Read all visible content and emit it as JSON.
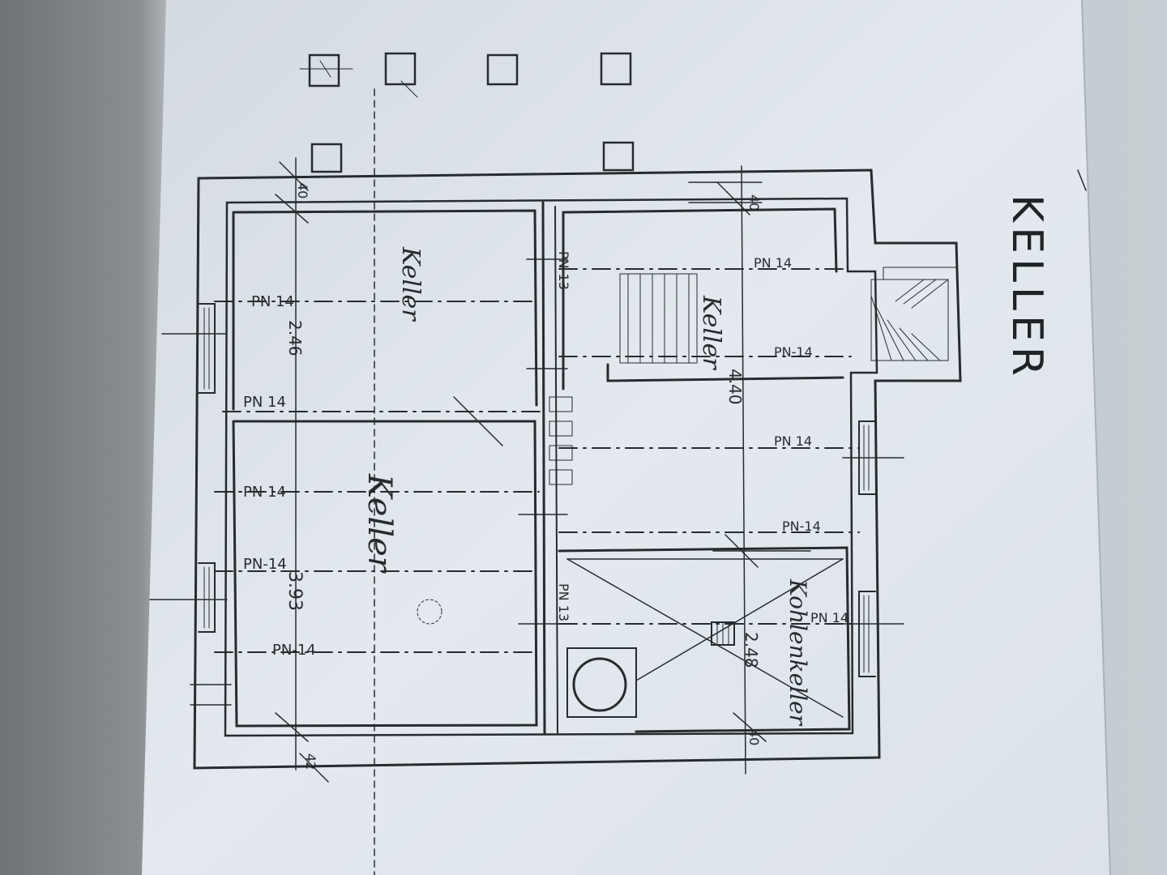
{
  "drawing": {
    "title": "KELLER",
    "rooms": [
      {
        "id": "room-top-left",
        "name": "Keller",
        "size": "2.46"
      },
      {
        "id": "room-bottom-left",
        "name": "Keller",
        "size": "3.93"
      },
      {
        "id": "room-center-stair",
        "name": "Keller",
        "size": "4.40"
      },
      {
        "id": "room-right",
        "name": "Kohlenkeller",
        "size": "2.48"
      }
    ],
    "pn_labels": [
      {
        "id": "pn-left-1",
        "text": "PN 14"
      },
      {
        "id": "pn-left-2",
        "text": "PN 14"
      },
      {
        "id": "pn-left-3",
        "text": "PN 14"
      },
      {
        "id": "pn-left-4",
        "text": "PN-14"
      },
      {
        "id": "pn-left-5",
        "text": "PN-14"
      },
      {
        "id": "pn-center-1",
        "text": "PN 14"
      },
      {
        "id": "pn-center-2",
        "text": "PN-14"
      },
      {
        "id": "pn-center-3",
        "text": "PN 14"
      },
      {
        "id": "pn-center-4",
        "text": "PN-14"
      },
      {
        "id": "pn-center-5",
        "text": "PN 14"
      },
      {
        "id": "pn-wall-1",
        "text": "PN-13"
      },
      {
        "id": "pn-wall-2",
        "text": "PN 13"
      }
    ],
    "dimensions": {
      "wall_top": "40",
      "wall_top_right": "40",
      "wall_bottom_right": "40",
      "wall_left": "42"
    }
  },
  "colors": {
    "paper": "#dfe6ec",
    "ink": "#262b2e",
    "background": "#7f8486"
  }
}
